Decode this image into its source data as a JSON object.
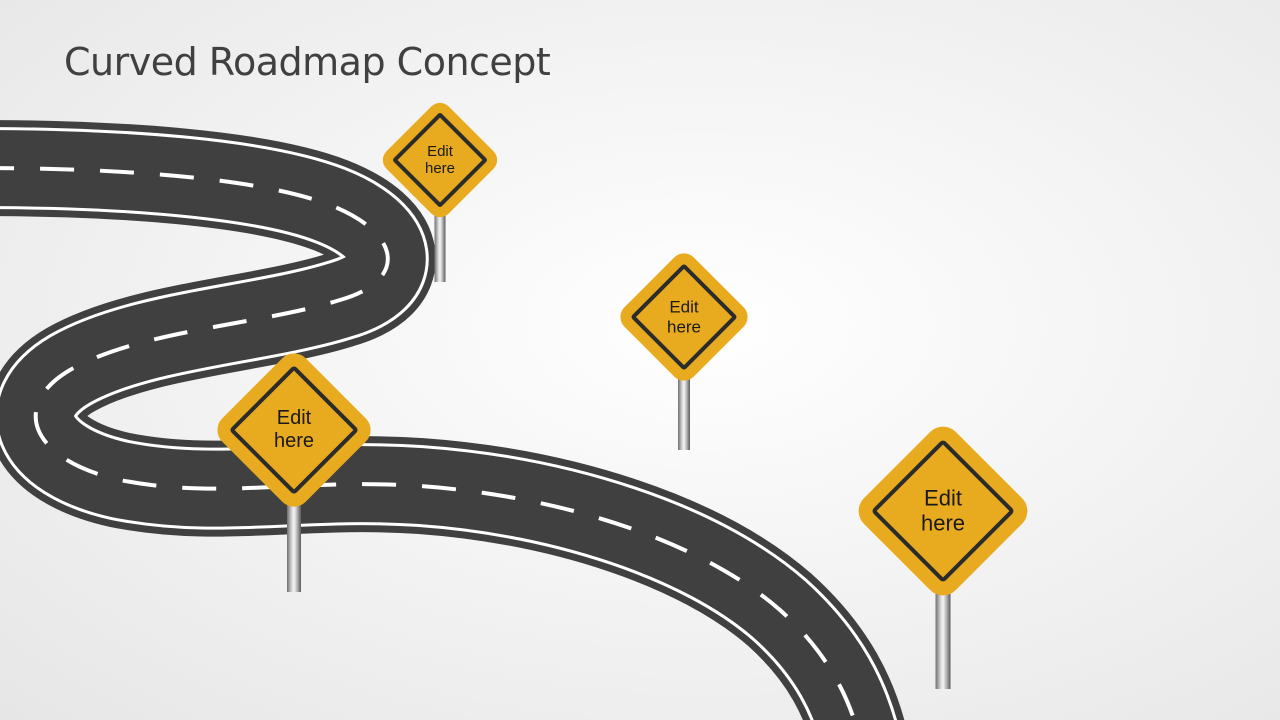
{
  "slide": {
    "title": "Curved Roadmap Concept",
    "colors": {
      "background": "#f4f4f4",
      "road": "#404040",
      "road_lines": "#ffffff",
      "sign_fill": "#e8ab1f",
      "sign_border": "#2b2b2b",
      "title_text": "#404040"
    }
  },
  "signs": [
    {
      "line1": "Edit",
      "line2": "here"
    },
    {
      "line1": "Edit",
      "line2": "here"
    },
    {
      "line1": "Edit",
      "line2": "here"
    },
    {
      "line1": "Edit",
      "line2": "here"
    }
  ]
}
